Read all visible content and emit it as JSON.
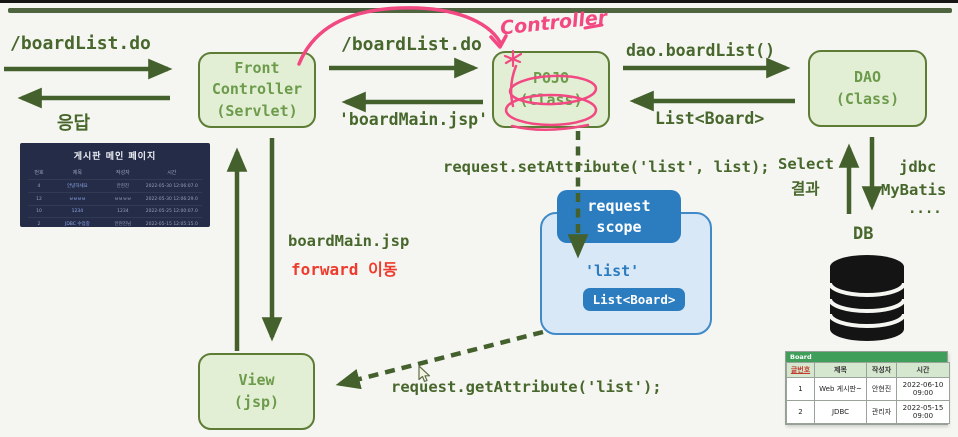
{
  "colors": {
    "accent_green": "#47672c",
    "arrow_green": "#44602c",
    "box_fill": "#e3efd5",
    "box_border": "#5d7d36",
    "annotation_pink": "#f24983",
    "forward_red": "#ee3b2d",
    "scope_blue": "#2b7dc0",
    "scope_panel": "#d9e8f7",
    "preview_navy": "#242c48",
    "table_green": "#3f9e59"
  },
  "diagram": {
    "nodes": {
      "front_controller": {
        "line1": "Front",
        "line2": "Controller",
        "line3": "(Servlet)"
      },
      "pojo": {
        "line1": "POJO",
        "line2": "(Class)"
      },
      "dao": {
        "line1": "DAO",
        "line2": "(Class)"
      },
      "view": {
        "line1": "View",
        "line2": "(jsp)"
      }
    },
    "labels": {
      "request_url_left": "/boardList.do",
      "response": "응답",
      "request_url_mid": "/boardList.do",
      "board_main_return": "'boardMain.jsp'",
      "dao_call": "dao.boardList()",
      "list_board_return": "List<Board>",
      "set_attribute": "request.setAttribute('list', list);",
      "board_main_jsp": "boardMain.jsp",
      "forward_move": "forward 이동",
      "get_attribute": "request.getAttribute('list');",
      "select_result_line1": "Select",
      "select_result_line2": "결과",
      "jdbc": "jdbc",
      "mybatis": "MyBatis",
      "dots": "....",
      "db": "DB"
    },
    "annotation": {
      "controller_note": "Controller"
    },
    "request_scope": {
      "badge_line1": "request",
      "badge_line2": "scope",
      "key": "'list'",
      "value": "List<Board>"
    }
  },
  "board_preview": {
    "title": "게시판 메인 페이지",
    "headers": [
      "번호",
      "제목",
      "작성자",
      "시간"
    ],
    "rows": [
      [
        "4",
        "안녕하세요",
        "안현진",
        "2022-05-30 12:06:07.0"
      ],
      [
        "12",
        "ㅂㅂㅂㅂ",
        "ㅂㅂㅂㅂ",
        "2022-05-30 12:06:29.0"
      ],
      [
        "10",
        "1234",
        "1234",
        "2022-05-25 12:00:07.0"
      ],
      [
        "2",
        "JDBC 수업중",
        "안현진님",
        "2022-05-15 12:05:15.0"
      ]
    ]
  },
  "board_table": {
    "name": "Board",
    "headers": [
      "글번호",
      "제목",
      "작성자",
      "시간"
    ],
    "rows": [
      [
        "1",
        "Web 게시판~",
        "안현진",
        "2022-06-10 09:00"
      ],
      [
        "2",
        "JDBC",
        "관리자",
        "2022-05-15 09:00"
      ]
    ]
  }
}
